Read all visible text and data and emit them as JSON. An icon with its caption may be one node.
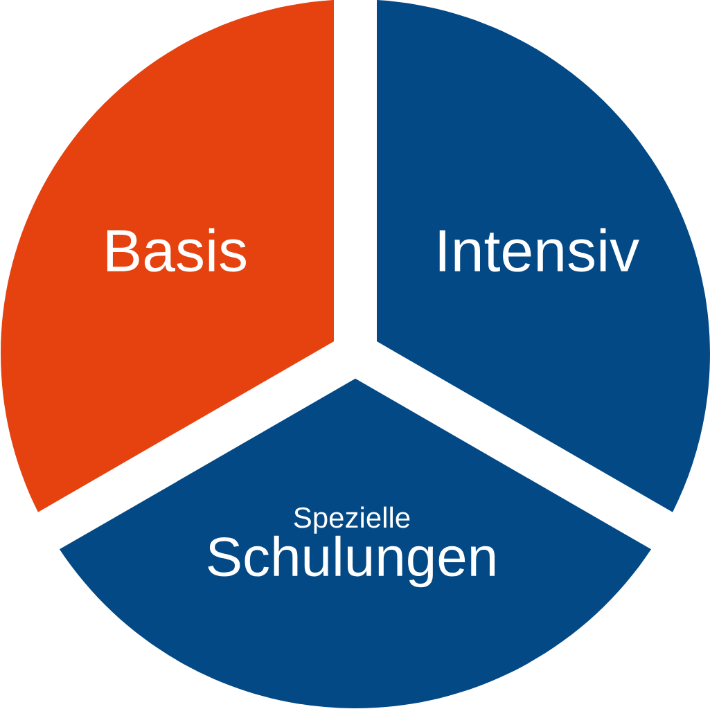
{
  "diagram": {
    "nodes": [
      {
        "text": [
          "Basis"
        ]
      },
      {
        "text": [
          "Intensiv"
        ]
      },
      {
        "text": [
          "Spezielle",
          "Schulungen"
        ]
      }
    ]
  }
}
